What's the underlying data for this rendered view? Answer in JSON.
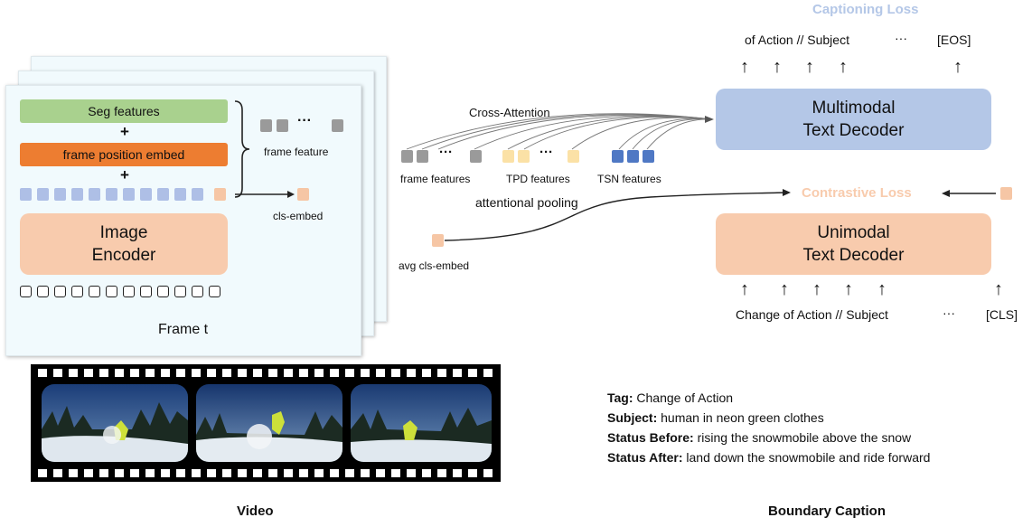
{
  "frame": {
    "seg_features": "Seg features",
    "plus1": "+",
    "frame_position_embed": "frame position embed",
    "plus2": "+",
    "image_encoder": "Image\nEncoder",
    "frame_label": "Frame t",
    "frame_feature": "frame feature",
    "cls_embed": "cls-embed",
    "ellipsis": "···"
  },
  "middle": {
    "cross_attention": "Cross-Attention",
    "frame_features": "frame features",
    "tpd_features": "TPD features",
    "tsn_features": "TSN features",
    "attentional_pooling": "attentional pooling",
    "avg_cls_embed": "avg cls-embed",
    "ellipsis": "···"
  },
  "decoder": {
    "captioning_loss": "Captioning Loss",
    "top_tokens": "of Action // Subject",
    "top_dots": "···",
    "eos": "[EOS]",
    "multimodal": "Multimodal\nText Decoder",
    "contrastive_loss": "Contrastive Loss",
    "unimodal": "Unimodal\nText Decoder",
    "bottom_tokens": "Change of Action // Subject",
    "bottom_dots": "···",
    "cls": "[CLS]"
  },
  "caption": {
    "tag_key": "Tag:",
    "tag_val": "Change of Action",
    "subject_key": "Subject:",
    "subject_val": "human in neon green clothes",
    "before_key": "Status Before:",
    "before_val": "rising the snowmobile above the snow",
    "after_key": "Status After:",
    "after_val": "land down the snowmobile and ride forward"
  },
  "labels": {
    "video": "Video",
    "boundary_caption": "Boundary Caption"
  },
  "colors": {
    "seg_green": "#a9d18e",
    "position_orange": "#ed7d31",
    "peach": "#f8cbad",
    "decoder_blue": "#b4c7e7",
    "captioning_loss_text": "#b4c7e7",
    "contrastive_loss_text": "#f8cbad",
    "frame_panel": "#f1fafd"
  }
}
